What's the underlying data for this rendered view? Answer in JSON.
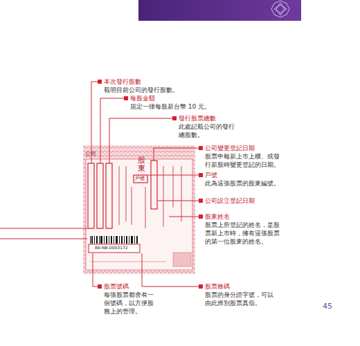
{
  "diagram": {
    "labels": [
      "本次發行股數",
      "載明目前公司的發行股數。",
      "每股金額",
      "規定一律每股新台幣 10 元。",
      "發行股票總數",
      "此處記載公司的發行總股數。",
      "公司變更登記日期",
      "股票申報新上市上櫃、或發行新股時變更登記的日期。",
      "戶號",
      "此為這張股票的股東編號。",
      "公司設立登記日期",
      "股東姓名",
      "股票上所登記的姓名，是股票新上市時，擁有這張股票的第一位股東的姓名。",
      "股票號碼",
      "每張股票都會有一個號碼，以方便股務上的管理。",
      "股票條碼",
      "股票的身分證字號，可以由此辨別股票真假。",
      "45",
      "公司",
      "戶號",
      "股東",
      "B9-NB-0003172"
    ]
  }
}
